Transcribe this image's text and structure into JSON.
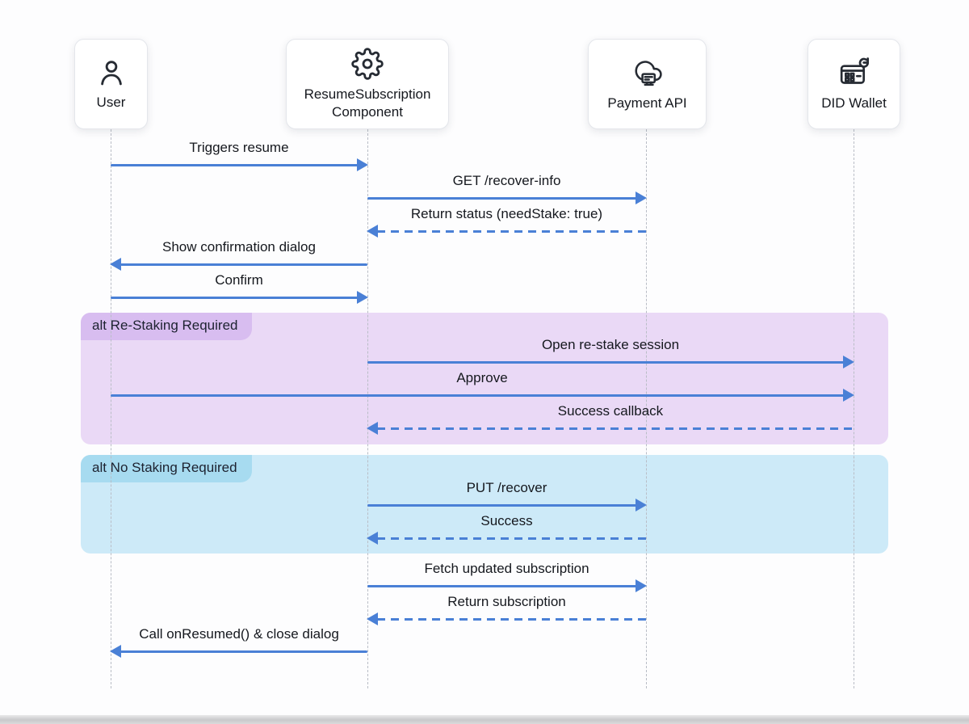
{
  "diagram": {
    "type": "sequence",
    "actors": [
      {
        "label": "User",
        "icon": "user-icon"
      },
      {
        "label": "ResumeSubscription Component",
        "icon": "gear-icon"
      },
      {
        "label": "Payment API",
        "icon": "cloud-api-icon"
      },
      {
        "label": "DID Wallet",
        "icon": "wallet-icon"
      }
    ],
    "messages": [
      {
        "label": "Triggers resume",
        "from": "User",
        "to": "ResumeSubscription Component",
        "line": "solid",
        "direction": "right"
      },
      {
        "label": "GET /recover-info",
        "from": "ResumeSubscription Component",
        "to": "Payment API",
        "line": "solid",
        "direction": "right"
      },
      {
        "label": "Return status (needStake: true)",
        "from": "Payment API",
        "to": "ResumeSubscription Component",
        "line": "dashed",
        "direction": "left"
      },
      {
        "label": "Show confirmation dialog",
        "from": "ResumeSubscription Component",
        "to": "User",
        "line": "solid",
        "direction": "left"
      },
      {
        "label": "Confirm",
        "from": "User",
        "to": "ResumeSubscription Component",
        "line": "solid",
        "direction": "right"
      },
      {
        "label": "Open re-stake session",
        "from": "ResumeSubscription Component",
        "to": "DID Wallet",
        "line": "solid",
        "direction": "right"
      },
      {
        "label": "Approve",
        "from": "User",
        "to": "DID Wallet",
        "line": "solid",
        "direction": "right"
      },
      {
        "label": "Success callback",
        "from": "DID Wallet",
        "to": "ResumeSubscription Component",
        "line": "dashed",
        "direction": "left"
      },
      {
        "label": "PUT /recover",
        "from": "ResumeSubscription Component",
        "to": "Payment API",
        "line": "solid",
        "direction": "right"
      },
      {
        "label": "Success",
        "from": "Payment API",
        "to": "ResumeSubscription Component",
        "line": "dashed",
        "direction": "left"
      },
      {
        "label": "Fetch updated subscription",
        "from": "ResumeSubscription Component",
        "to": "Payment API",
        "line": "solid",
        "direction": "right"
      },
      {
        "label": "Return subscription",
        "from": "Payment API",
        "to": "ResumeSubscription Component",
        "line": "dashed",
        "direction": "left"
      },
      {
        "label": "Call onResumed() & close dialog",
        "from": "ResumeSubscription Component",
        "to": "User",
        "line": "solid",
        "direction": "left"
      }
    ],
    "alt_blocks": [
      {
        "label": "alt Re-Staking Required",
        "fill": "#ead9f6",
        "chip": "#d8bdf0"
      },
      {
        "label": "alt No Staking Required",
        "fill": "#cdeaf8",
        "chip": "#a7dbf0"
      }
    ],
    "colors": {
      "arrow": "#4a80d6",
      "lifeline": "#b9bdc6",
      "text": "#15181e",
      "actor_border": "#e4e6eb",
      "background": "#fdfdfe"
    }
  }
}
